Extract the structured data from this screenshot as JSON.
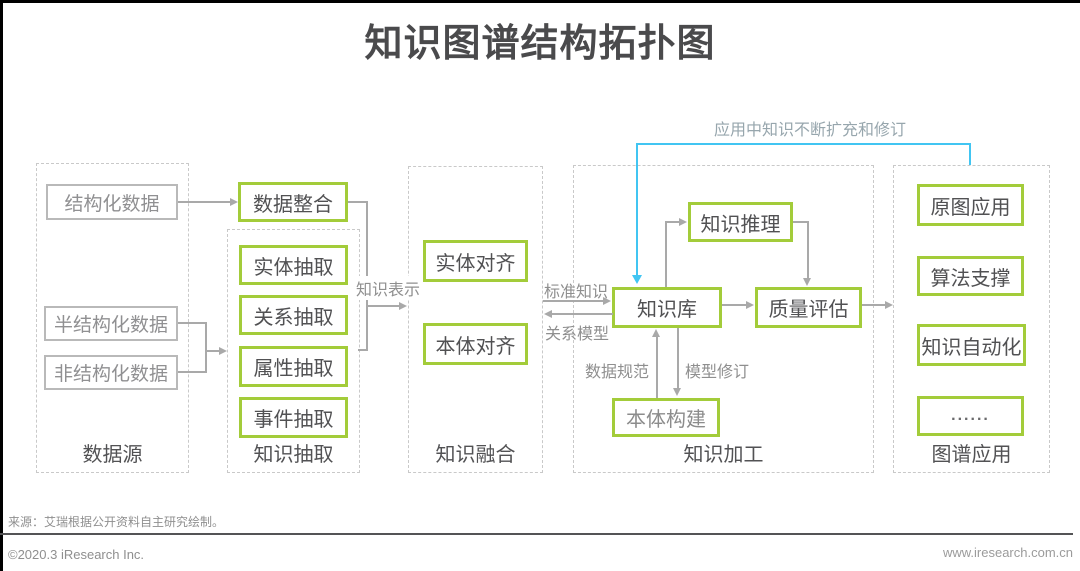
{
  "title": "知识图谱结构拓扑图",
  "colors": {
    "box_green": "#a3cc3a",
    "arrow_gray": "#a9a9a9",
    "feedback_blue": "#41c5f2"
  },
  "diagram": {
    "sections": [
      {
        "label": "数据源",
        "boxes": [
          {
            "label": "结构化数据"
          },
          {
            "label": "半结构化数据"
          },
          {
            "label": "非结构化数据"
          }
        ]
      },
      {
        "label": "知识抽取",
        "boxes": [
          {
            "label": "数据整合"
          },
          {
            "label": "实体抽取"
          },
          {
            "label": "关系抽取"
          },
          {
            "label": "属性抽取"
          },
          {
            "label": "事件抽取"
          }
        ]
      },
      {
        "label": "知识融合",
        "boxes": [
          {
            "label": "实体对齐"
          },
          {
            "label": "本体对齐"
          }
        ]
      },
      {
        "label": "知识加工",
        "boxes": [
          {
            "label": "知识推理"
          },
          {
            "label": "知识库"
          },
          {
            "label": "质量评估"
          },
          {
            "label": "本体构建"
          }
        ]
      },
      {
        "label": "图谱应用",
        "boxes": [
          {
            "label": "原图应用"
          },
          {
            "label": "算法支撑"
          },
          {
            "label": "知识自动化"
          },
          {
            "label": "......"
          }
        ]
      }
    ],
    "edge_labels": {
      "knowledge_representation": "知识表示",
      "standard_knowledge": "标准知识",
      "relation_model": "关系模型",
      "data_specification": "数据规范",
      "model_revision": "模型修订",
      "feedback": "应用中知识不断扩充和修订"
    }
  },
  "footer": {
    "source": "来源：艾瑞根据公开资料自主研究绘制。",
    "copyright": "©2020.3 iResearch Inc.",
    "website": "www.iresearch.com.cn"
  }
}
